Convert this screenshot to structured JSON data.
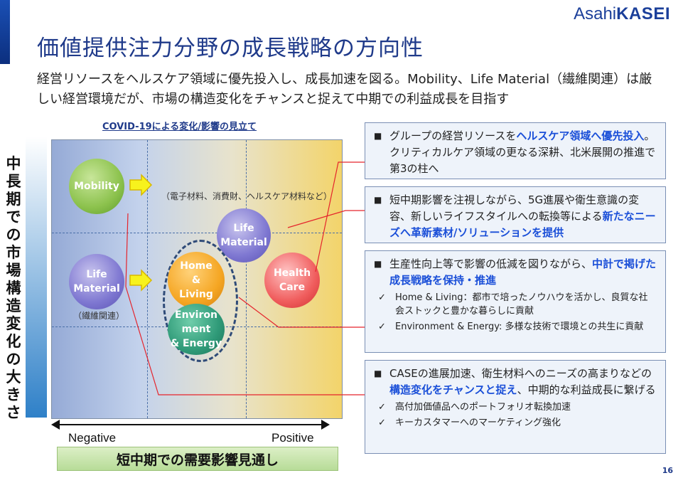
{
  "header": {
    "title": "価値提供注力分野の成長戦略の方向性",
    "logo_part1": "Asahi",
    "logo_part2": "KASEI",
    "subtitle": "経営リソースをヘルスケア領域に優先投入し、成長加速を図る。Mobility、Life Material（繊維関連）は厳しい経営環境だが、市場の構造変化をチャンスと捉えて中期での利益成長を目指す"
  },
  "chart": {
    "covid_label": "COVID-19による変化/影響の見立て",
    "y_axis_label": "中長期での市場構造変化の大きさ",
    "x_negative": "Negative",
    "x_positive": "Positive",
    "x_axis_label": "短中期での需要影響見通し",
    "bubbles": {
      "mobility": "Mobility",
      "life_material_left_1": "Life",
      "life_material_left_2": "Material",
      "life_material_left_note": "（繊維関連）",
      "life_material_right_1": "Life",
      "life_material_right_2": "Material",
      "home_living_1": "Home",
      "home_living_2": "&",
      "home_living_3": "Living",
      "environment_1": "Environ",
      "environment_2": "ment",
      "environment_3": "& Energy",
      "health_care_1": "Health",
      "health_care_2": "Care"
    },
    "top_note": "（電子材料、消費財、ヘルスケア材料など）"
  },
  "boxes": {
    "b1": {
      "t1": "グループの経営リソースを",
      "h1": "ヘルスケア領域へ優先投入",
      "t2": "。クリティカルケア領域の更なる深耕、北米展開の推進で第3の柱へ"
    },
    "b2": {
      "t1": "短中期影響を注視しながら、5G進展や衛生意識の変容、新しいライフスタイルへの転換等による",
      "h1": "新たなニーズへ革新素材/ソリューションを提供"
    },
    "b3": {
      "t1": "生産性向上等で影響の低減を図りながら、",
      "h1": "中計で掲げた成長戦略を保持・推進",
      "c1": "Home & Living：都市で培ったノウハウを活かし、良質な社会ストックと豊かな暮らしに貢献",
      "c2": "Environment & Energy: 多様な技術で環境との共生に貢献"
    },
    "b4": {
      "t1": "CASEの進展加速、衛生材料へのニーズの高まりなどの",
      "h1": "構造変化をチャンスと捉え",
      "t2": "、中期的な利益成長に繋げる",
      "c1": "高付加価値品へのポートフォリオ転換加速",
      "c2": "キーカスタマーへのマーケティング強化"
    },
    "bullet_glyph": "■",
    "check_glyph": "✓"
  },
  "page_number": "16"
}
